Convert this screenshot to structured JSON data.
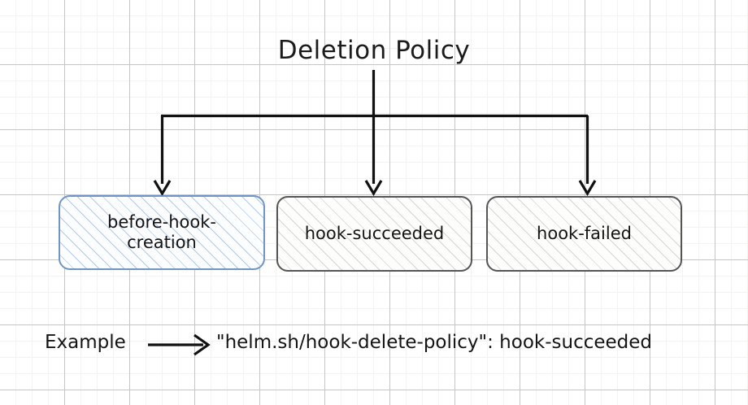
{
  "diagram": {
    "title": "Deletion Policy",
    "nodes": [
      {
        "id": "before-hook-creation",
        "label": "before-hook-\ncreation",
        "border_color": "#6f94c8",
        "hatch_color": "#789ed4",
        "highlighted": true
      },
      {
        "id": "hook-succeeded",
        "label": "hook-succeeded",
        "border_color": "#555555",
        "hatch_color": "#787878",
        "highlighted": false
      },
      {
        "id": "hook-failed",
        "label": "hook-failed",
        "border_color": "#555555",
        "hatch_color": "#787878",
        "highlighted": false
      }
    ],
    "connector_color": "#111111",
    "example": {
      "label": "Example",
      "value": "\"helm.sh/hook-delete-policy\": hook-succeeded"
    },
    "background": {
      "minor_grid_color": "#f4f3ec",
      "major_grid_color": "#c9c8b6",
      "paper_color": "#ffffff"
    }
  }
}
